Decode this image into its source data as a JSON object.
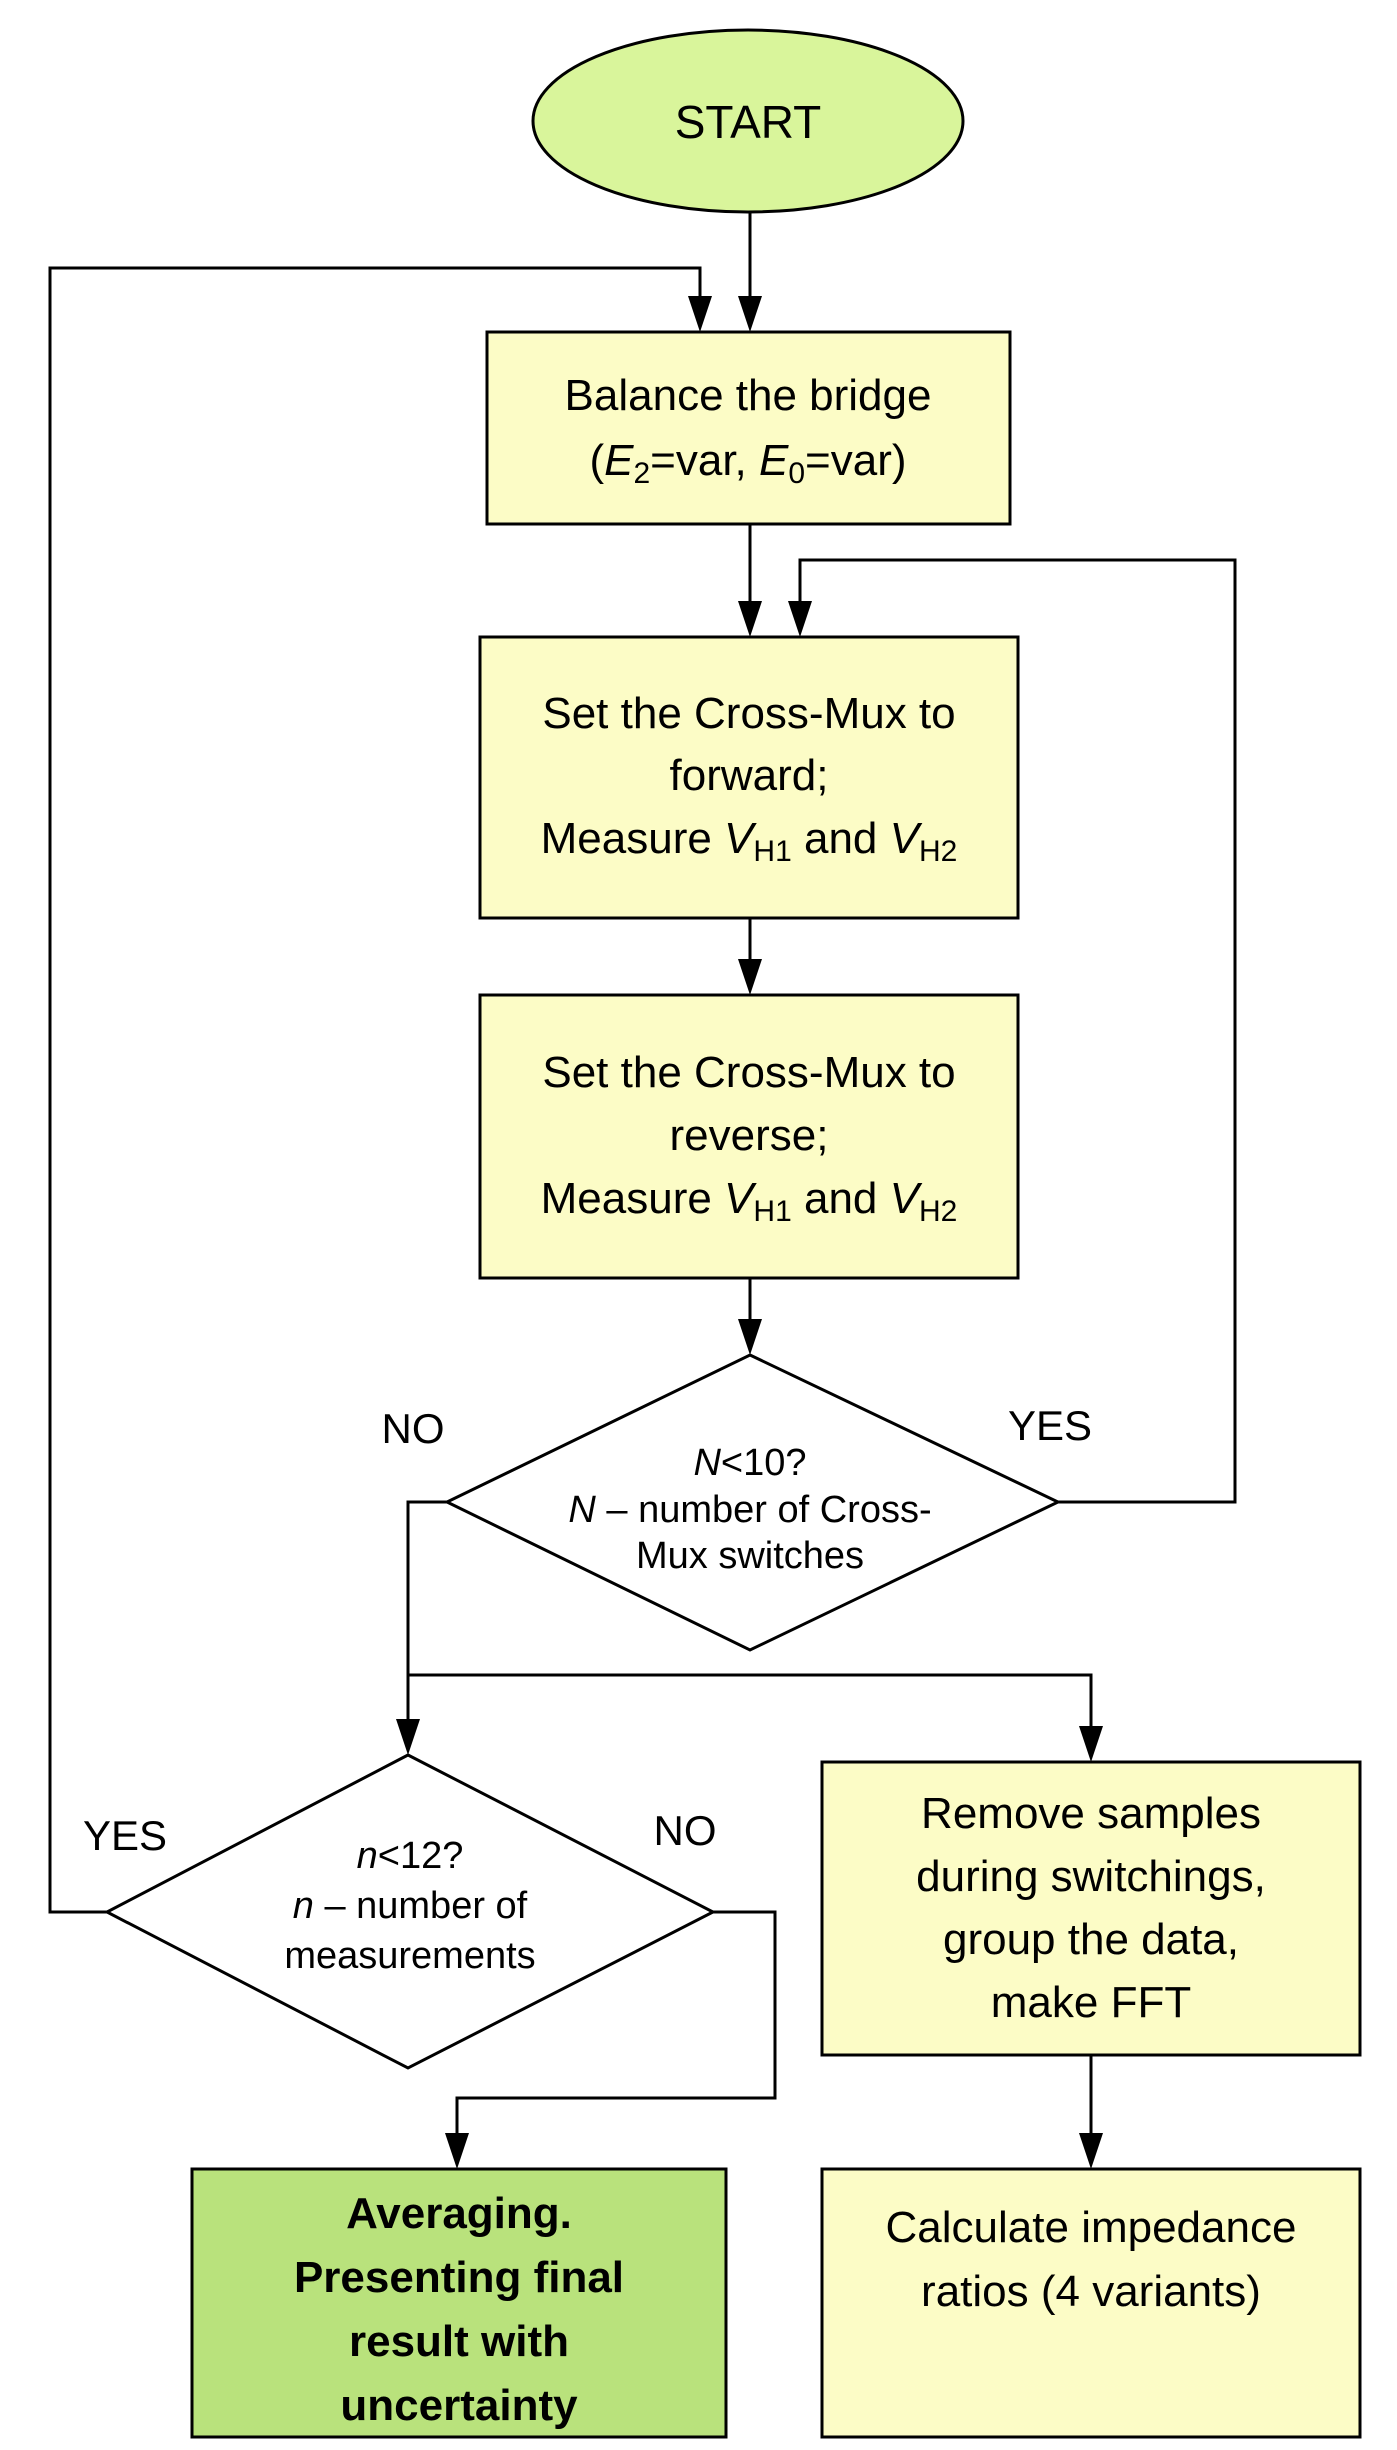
{
  "colors": {
    "terminal_fill": "#d9f59b",
    "process_fill": "#fcfcc6",
    "final_fill": "#b9e27c",
    "stroke": "#000000"
  },
  "nodes": {
    "start": {
      "label": "START"
    },
    "balance": {
      "line1": "Balance the bridge",
      "line2_open": "(",
      "e2": "E",
      "e2_sub": "2",
      "e2_val": "=var, ",
      "e0": "E",
      "e0_sub": "0",
      "e0_val": "=var)"
    },
    "forward": {
      "line1": "Set the Cross-Mux to",
      "line2": "forward;",
      "measure": "Measure ",
      "v": "V",
      "h1": "H1",
      "and": " and ",
      "h2": "H2"
    },
    "reverse": {
      "line1": "Set the Cross-Mux to",
      "line2": "reverse;",
      "measure": "Measure ",
      "v": "V",
      "h1": "H1",
      "and": " and ",
      "h2": "H2"
    },
    "decision_N": {
      "var": "N",
      "cond": "<10?",
      "var2": "N",
      "line2": " – number of Cross-",
      "line3": "Mux switches"
    },
    "decision_n": {
      "var": "n",
      "cond": "<12?",
      "var2": "n",
      "line2": " – number of",
      "line3": "measurements"
    },
    "remove": {
      "line1": "Remove samples",
      "line2": "during switchings,",
      "line3": "group the data,",
      "line4": "make FFT"
    },
    "calculate": {
      "line1": "Calculate impedance",
      "line2": "ratios (4 variants)"
    },
    "final": {
      "line1": "Averaging.",
      "line2": "Presenting final",
      "line3": "result with",
      "line4": "uncertainty"
    }
  },
  "edge_labels": {
    "N_no": "NO",
    "N_yes": "YES",
    "n_yes": "YES",
    "n_no": "NO"
  }
}
